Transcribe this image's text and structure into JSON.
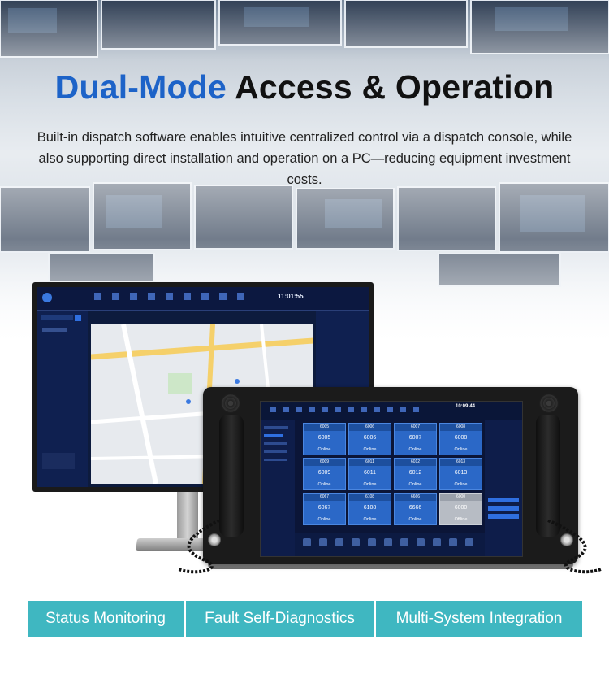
{
  "header": {
    "title_accent": "Dual-Mode",
    "title_rest": "Access & Operation",
    "description": "Built-in dispatch software enables intuitive centralized control via a dispatch console, while also supporting direct installation and operation on a PC—reducing equipment investment costs.",
    "accent_color": "#1d63c8"
  },
  "monitor_screen": {
    "clock": "11:01:55"
  },
  "console_screen": {
    "clock": "10:09:44",
    "extensions": [
      {
        "ext": "6005",
        "number": "6005",
        "status": "Online"
      },
      {
        "ext": "6006",
        "number": "6006",
        "status": "Online"
      },
      {
        "ext": "6007",
        "number": "6007",
        "status": "Online"
      },
      {
        "ext": "6008",
        "number": "6008",
        "status": "Online"
      },
      {
        "ext": "6009",
        "number": "6009",
        "status": "Online"
      },
      {
        "ext": "6011",
        "number": "6011",
        "status": "Online"
      },
      {
        "ext": "6012",
        "number": "6012",
        "status": "Online"
      },
      {
        "ext": "6013",
        "number": "6013",
        "status": "Online"
      },
      {
        "ext": "6067",
        "number": "6067",
        "status": "Online"
      },
      {
        "ext": "6108",
        "number": "6108",
        "status": "Online"
      },
      {
        "ext": "6666",
        "number": "6666",
        "status": "Online"
      },
      {
        "ext": "6000",
        "number": "6000",
        "status": "Offline"
      }
    ]
  },
  "features": [
    {
      "label": "Status Monitoring"
    },
    {
      "label": "Fault Self-Diagnostics"
    },
    {
      "label": "Multi-System Integration"
    }
  ],
  "colors": {
    "feature_bg": "#3fb7c1",
    "tile_online": "#2b68c7",
    "tile_offline": "#b7bcc4"
  }
}
